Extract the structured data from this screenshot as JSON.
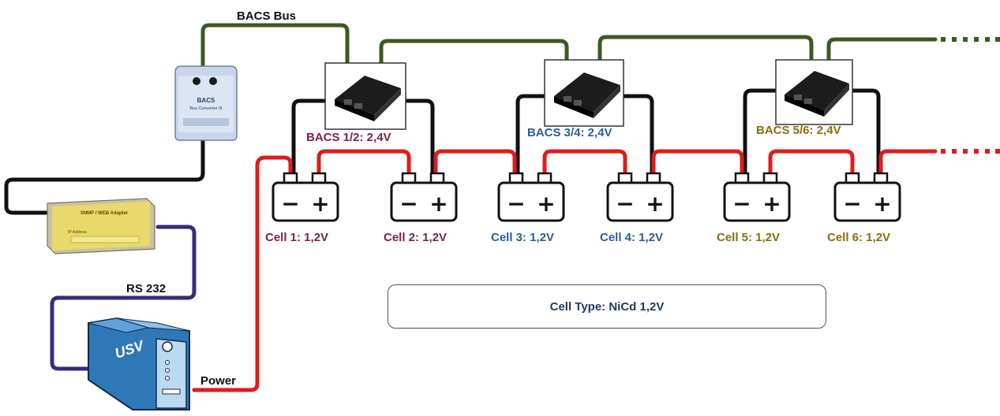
{
  "labels": {
    "bacs_bus": "BACS Bus",
    "rs232": "RS 232",
    "power": "Power",
    "cell_type": "Cell Type: NiCd 1,2V"
  },
  "converter": {
    "title_line1": "BACS",
    "title_line2": "Bus Converter III"
  },
  "adapter": {
    "title": "SNMP / WEB Adapter",
    "sub": "IP Address"
  },
  "usv": {
    "label": "USV"
  },
  "modules": [
    {
      "label": "BACS 1/2: 2,4V",
      "color": "#7b2150"
    },
    {
      "label": "BACS 3/4: 2,4V",
      "color": "#2b5d9a"
    },
    {
      "label": "BACS 5/6: 2,4V",
      "color": "#8a6d0b"
    }
  ],
  "cells": [
    {
      "label": "Cell 1: 1,2V",
      "color": "#7b2150"
    },
    {
      "label": "Cell 2: 1,2V",
      "color": "#7b2150"
    },
    {
      "label": "Cell 3: 1,2V",
      "color": "#2b5d9a"
    },
    {
      "label": "Cell 4: 1,2V",
      "color": "#2b5d9a"
    },
    {
      "label": "Cell 5: 1,2V",
      "color": "#8a6d0b"
    },
    {
      "label": "Cell 6: 1,2V",
      "color": "#8a6d0b"
    }
  ],
  "cell_symbols": {
    "minus": "−",
    "plus": "+"
  },
  "colors": {
    "bus_wire": "#3d5a1e",
    "power_wire": "#e01b1b",
    "rs232_wire": "#3b2a7a",
    "black_wire": "#111111"
  }
}
